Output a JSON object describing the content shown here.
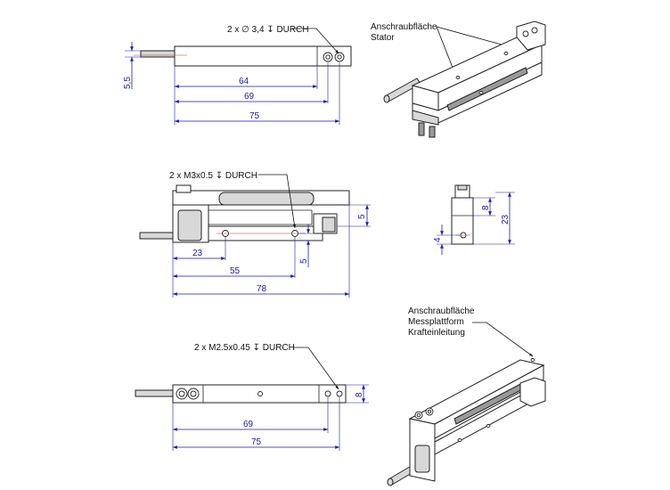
{
  "top_view": {
    "note": "2 x ∅ 3,4 ↧ DURCH",
    "dims": {
      "d64": "64",
      "d69": "69",
      "d75": "75",
      "d5_5": "5,5"
    }
  },
  "iso_top": {
    "label_line1": "Anschraubfläche",
    "label_line2": "Stator"
  },
  "side_view": {
    "note": "2 x M3x0.5 ↧ DURCH",
    "dims": {
      "d23": "23",
      "d55": "55",
      "d78": "78",
      "d5a": "5",
      "d5b": "5"
    }
  },
  "end_view": {
    "dims": {
      "d8": "8",
      "d23": "23",
      "d4": "4"
    }
  },
  "bottom_view": {
    "note": "2 x M2.5x0.45 ↧ DURCH",
    "dims": {
      "d69": "69",
      "d75": "75",
      "d8": "8"
    }
  },
  "iso_bottom": {
    "label_line1": "Anschraubfläche",
    "label_line2": "Messplattform",
    "label_line3": "Krafteinleitung"
  }
}
